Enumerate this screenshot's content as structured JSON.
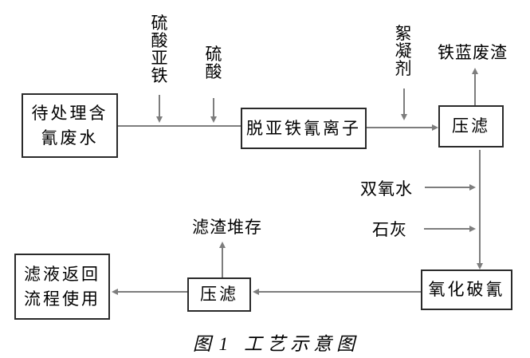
{
  "figure": {
    "caption": {
      "figure_label": "图 1",
      "title": "工艺示意图"
    }
  },
  "nodes": {
    "wastewater": {
      "label": "待处理含\n氰废水"
    },
    "remove_ferrocyanide": {
      "label": "脱亚铁氰离子"
    },
    "press_filter_top": {
      "label": "压滤"
    },
    "oxidation": {
      "label": "氧化破氰"
    },
    "press_filter_bottom": {
      "label": "压滤"
    },
    "filtrate_return": {
      "label": "滤液返回\n流程使用"
    }
  },
  "inputs": {
    "ferrous_sulfate": {
      "label": "硫酸亚铁"
    },
    "sulfuric_acid": {
      "label": "硫酸"
    },
    "flocculant": {
      "label": "絮凝剂"
    },
    "hydrogen_peroxide": {
      "label": "双氧水"
    },
    "lime": {
      "label": "石灰"
    }
  },
  "outputs": {
    "iron_blue_residue": {
      "label": "铁蓝废渣"
    },
    "residue_stockpile": {
      "label": "滤渣堆存"
    }
  },
  "colors": {
    "background": "#ffffff",
    "connector": "#7d7d7d",
    "box_border": "#2a2a2a",
    "text": "#000000"
  }
}
